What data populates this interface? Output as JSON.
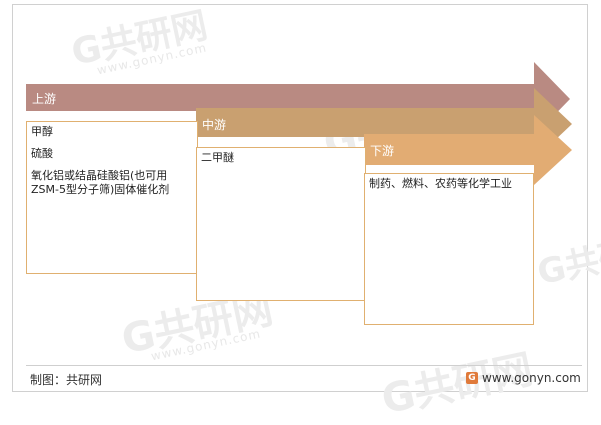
{
  "stages": [
    {
      "label": "上游",
      "items": [
        "甲醇",
        "硫酸",
        "氧化铝或结晶硅酸铝(也可用ZSM-5型分子筛)固体催化剂"
      ],
      "color": "#b98a82"
    },
    {
      "label": "中游",
      "items": [
        "二甲醚"
      ],
      "color": "#c9a070"
    },
    {
      "label": "下游",
      "items": [
        "制药、燃料、农药等化学工业"
      ],
      "color": "#e2ac73"
    }
  ],
  "footer": {
    "source": "制图：共研网",
    "logo_text": "www.gonyn.com",
    "logo_badge": "G"
  },
  "watermark": {
    "brand": "G共研网",
    "url": "www.gonyn.com"
  },
  "colors": {
    "box_border": "#e0b070",
    "upper_arrow": "#b98a82",
    "middle_arrow": "#c9a070",
    "lower_arrow": "#e2ac73"
  }
}
